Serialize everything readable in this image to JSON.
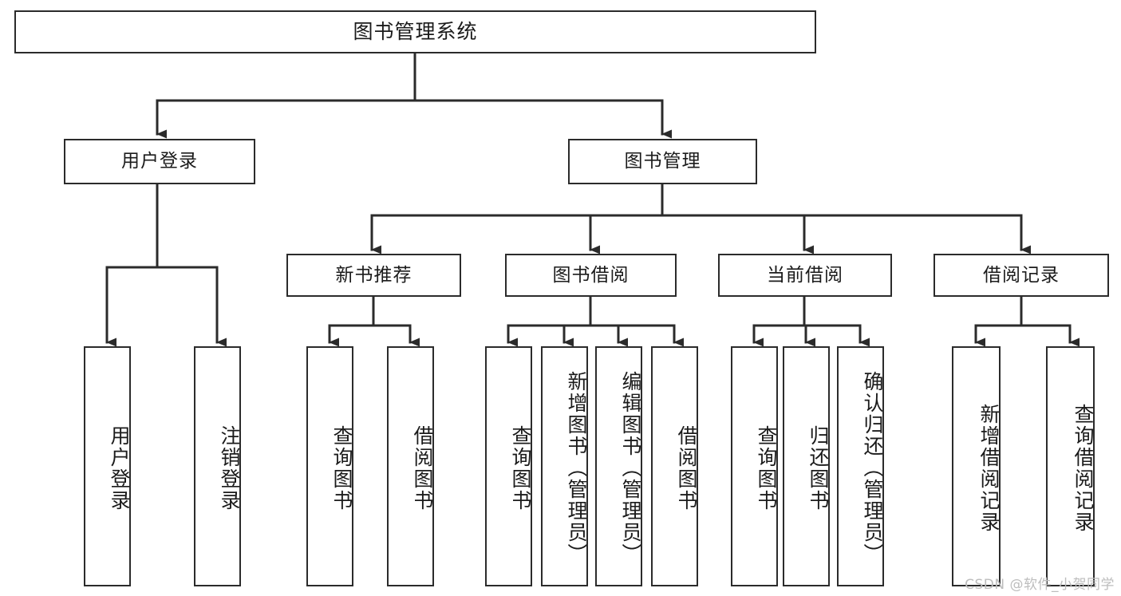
{
  "diagram": {
    "title": "图书管理系统",
    "type": "tree",
    "watermark": "CSDN @软件_小贺同学",
    "colors": {
      "box_border": "#2b2b2b",
      "box_fill": "#ffffff",
      "edge": "#2b2b2b",
      "text": "#1b1b1b",
      "watermark": "#bdbdbd",
      "background": "#ffffff"
    },
    "levels": {
      "root": "图书管理系统",
      "level2": [
        "用户登录",
        "图书管理"
      ],
      "level3": [
        "新书推荐",
        "图书借阅",
        "当前借阅",
        "借阅记录"
      ]
    },
    "nodes": {
      "root": {
        "label": "图书管理系统"
      },
      "user_login": {
        "label": "用户登录"
      },
      "book_manage": {
        "label": "图书管理"
      },
      "new_book_rec": {
        "label": "新书推荐"
      },
      "book_borrow": {
        "label": "图书借阅"
      },
      "current_borrow": {
        "label": "当前借阅"
      },
      "borrow_record": {
        "label": "借阅记录"
      },
      "leaf_user_login": {
        "label": "用户登录"
      },
      "leaf_logout": {
        "label": "注销登录"
      },
      "leaf_query_book_1": {
        "label": "查询图书"
      },
      "leaf_borrow_book_1": {
        "label": "借阅图书"
      },
      "leaf_query_book_2": {
        "label": "查询图书"
      },
      "leaf_add_book_admin": {
        "label": "新增图书（管理员）"
      },
      "leaf_edit_book_admin": {
        "label": "编辑图书（管理员）"
      },
      "leaf_borrow_book_2": {
        "label": "借阅图书"
      },
      "leaf_query_book_3": {
        "label": "查询图书"
      },
      "leaf_return_book": {
        "label": "归还图书"
      },
      "leaf_confirm_return_admin": {
        "label": "确认归还（管理员）"
      },
      "leaf_add_borrow_record": {
        "label": "新增借阅记录"
      },
      "leaf_query_borrow_record": {
        "label": "查询借阅记录"
      }
    },
    "edges": [
      {
        "from": "root",
        "to": "user_login"
      },
      {
        "from": "root",
        "to": "book_manage"
      },
      {
        "from": "user_login",
        "to": "leaf_user_login"
      },
      {
        "from": "user_login",
        "to": "leaf_logout"
      },
      {
        "from": "book_manage",
        "to": "new_book_rec"
      },
      {
        "from": "book_manage",
        "to": "book_borrow"
      },
      {
        "from": "book_manage",
        "to": "current_borrow"
      },
      {
        "from": "book_manage",
        "to": "borrow_record"
      },
      {
        "from": "new_book_rec",
        "to": "leaf_query_book_1"
      },
      {
        "from": "new_book_rec",
        "to": "leaf_borrow_book_1"
      },
      {
        "from": "book_borrow",
        "to": "leaf_query_book_2"
      },
      {
        "from": "book_borrow",
        "to": "leaf_add_book_admin"
      },
      {
        "from": "book_borrow",
        "to": "leaf_edit_book_admin"
      },
      {
        "from": "book_borrow",
        "to": "leaf_borrow_book_2"
      },
      {
        "from": "current_borrow",
        "to": "leaf_query_book_3"
      },
      {
        "from": "current_borrow",
        "to": "leaf_return_book"
      },
      {
        "from": "current_borrow",
        "to": "leaf_confirm_return_admin"
      },
      {
        "from": "borrow_record",
        "to": "leaf_add_borrow_record"
      },
      {
        "from": "borrow_record",
        "to": "leaf_query_borrow_record"
      }
    ]
  }
}
